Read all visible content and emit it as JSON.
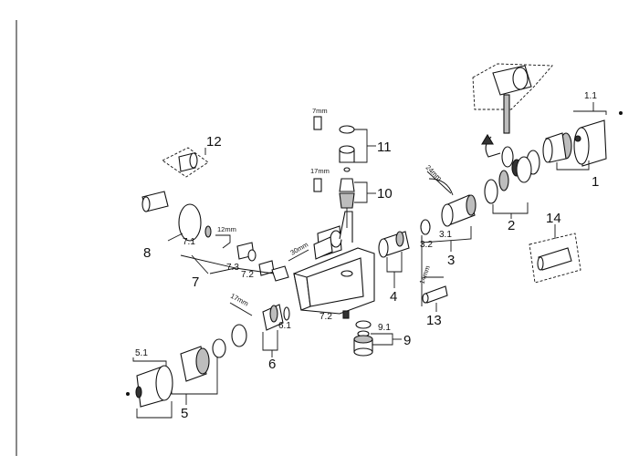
{
  "callouts": {
    "n1": "1",
    "n1_1": "1.1",
    "n2": "2",
    "n3": "3",
    "n3_1": "3.1",
    "n3_2": "3.2",
    "n4": "4",
    "n5": "5",
    "n5_1": "5.1",
    "n6": "6",
    "n6_1": "6.1",
    "n7": "7",
    "n7_1": "7.1",
    "n7_2a": "7.2",
    "n7_2b": "7.2",
    "n7_3": "7.3",
    "n8": "8",
    "n9": "9",
    "n9_1": "9.1",
    "n10": "10",
    "n11": "11",
    "n12": "12",
    "n13": "13",
    "n14": "14"
  },
  "tools": {
    "t7mm": "7mm",
    "t17mm_top": "17mm",
    "t24mm": "24mm",
    "t12mm": "12mm",
    "t30mm": "30mm",
    "t17mm_left": "17mm",
    "t14mm": "14mm"
  }
}
